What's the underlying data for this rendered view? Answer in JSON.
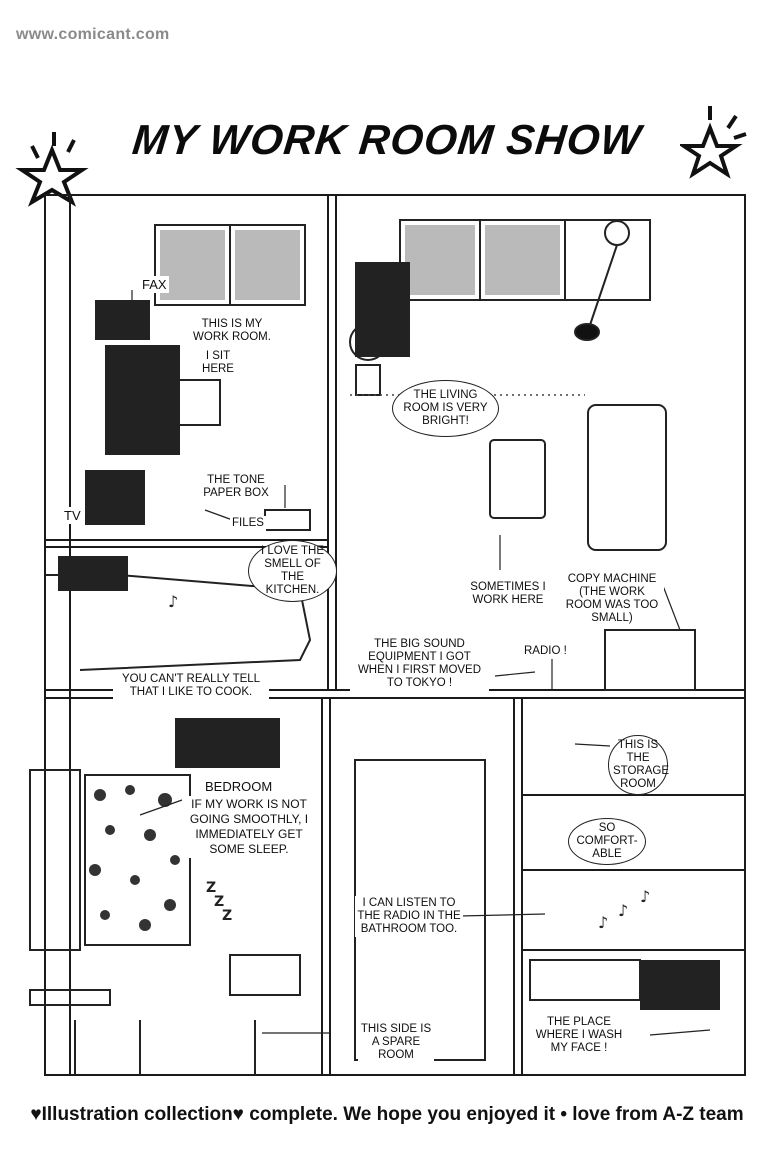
{
  "watermark": "www.comicant.com",
  "title": "MY WORK ROOM SHOW",
  "labels": {
    "fax": "FAX",
    "tv": "TV",
    "work_room": "THIS IS MY WORK ROOM.",
    "sit_here": "I SIT HERE",
    "tone_box": "THE TONE PAPER BOX",
    "files": "FILES",
    "living_room": "THE LIVING ROOM IS VERY BRIGHT!",
    "kitchen_smell": "I LOVE THE SMELL OF THE KITCHEN.",
    "cook": "YOU CAN'T REALLY TELL THAT I LIKE TO COOK.",
    "sometimes_work": "SOMETIMES I WORK HERE",
    "copy_machine": "COPY MACHINE (THE WORK ROOM WAS TOO SMALL)",
    "sound_equipment": "THE BIG SOUND EQUIPMENT I GOT WHEN I FIRST MOVED TO TOKYO !",
    "radio": "RADIO !",
    "bedroom": "BEDROOM",
    "sleep": "IF MY WORK IS NOT GOING SMOOTHLY, I IMMEDIATELY GET SOME SLEEP.",
    "storage_room": "THIS IS THE STORAGE ROOM",
    "comfortable": "SO COMFORT- ABLE",
    "bathroom_radio": "I CAN LISTEN TO THE RADIO IN THE BATHROOM TOO.",
    "spare_room": "THIS SIDE IS A SPARE ROOM",
    "wash_face": "THE PLACE WHERE I WASH MY FACE !"
  },
  "footer": "♥Illustration collection♥ complete. We hope you enjoyed it • love from A-Z team"
}
